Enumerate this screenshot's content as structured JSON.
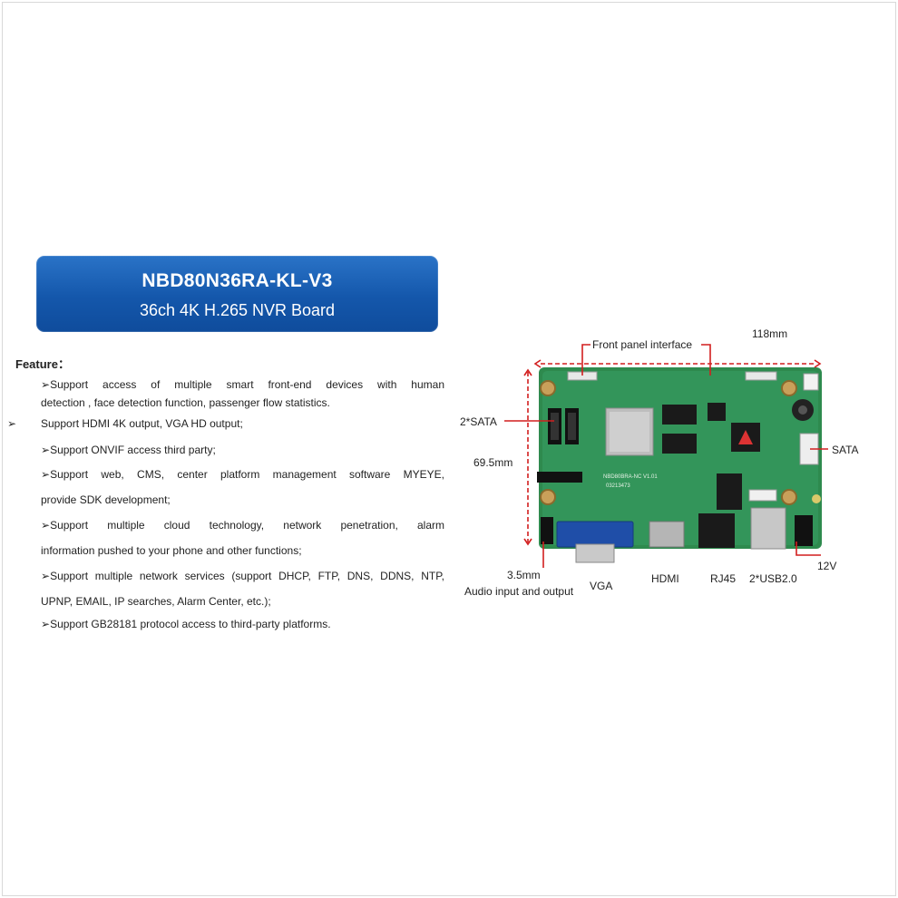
{
  "banner": {
    "model": "NBD80N36RA-KL-V3",
    "subtitle": "36ch 4K H.265 NVR Board"
  },
  "features": {
    "heading": "Feature：",
    "items": [
      {
        "line1": "Support access of multiple smart front-end devices with human",
        "line2": "detection , face detection function, passenger flow statistics."
      },
      {
        "line1": "Support HDMI 4K output, VGA HD output;"
      },
      {
        "line1": "Support ONVIF access third party;"
      },
      {
        "line1": "Support web, CMS, center platform management software MYEYE,",
        "line2": "provide SDK development;"
      },
      {
        "line1": "Support multiple cloud technology, network penetration, alarm",
        "line2": "information pushed to your phone and other functions;"
      },
      {
        "line1": "Support multiple network services (support DHCP, FTP, DNS, DDNS, NTP,",
        "line2": "UPNP, EMAIL, IP searches, Alarm Center, etc.);"
      },
      {
        "line1": "Support GB28181 protocol access to third-party platforms."
      }
    ],
    "bullet": "➢"
  },
  "board": {
    "labels": {
      "front_panel": "Front panel interface",
      "width": "118mm",
      "sata_left": "2*SATA",
      "height": "69.5mm",
      "sata_right": "SATA",
      "audio_size": "3.5mm",
      "audio": "Audio input and output",
      "vga": "VGA",
      "hdmi": "HDMI",
      "rj45": "RJ45",
      "usb": "2*USB2.0",
      "power": "12V"
    },
    "silkscreen": {
      "board_name": "NBD80BRA-NC V1.01",
      "serial": "03213473"
    },
    "colors": {
      "pcb": "#2e8a4e",
      "annotation": "#d21f1f"
    }
  }
}
